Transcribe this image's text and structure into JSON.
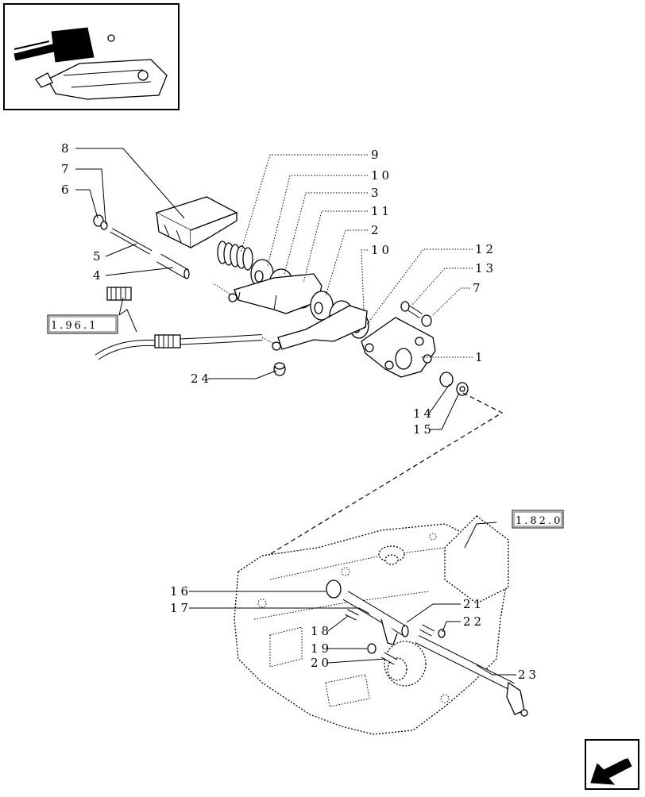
{
  "part_labels": [
    "1",
    "2",
    "3",
    "4",
    "5",
    "6",
    "7",
    "8",
    "9",
    "10",
    "11",
    "12",
    "13",
    "14",
    "15",
    "16",
    "17",
    "18",
    "19",
    "20",
    "21",
    "22",
    "23",
    "24"
  ],
  "labels_left": {
    "l8": "8",
    "l7": "7",
    "l6": "6",
    "l5": "5",
    "l4": "4",
    "l24": "24",
    "l16": "16",
    "l17": "17",
    "l18": "18",
    "l19": "19",
    "l20": "20"
  },
  "labels_right": {
    "l9": "9",
    "l10a": "10",
    "l3": "3",
    "l11": "11",
    "l2": "2",
    "l10b": "10",
    "l12": "12",
    "l13": "13",
    "l7b": "7",
    "l1": "1",
    "l14": "14",
    "l15": "15",
    "l21": "21",
    "l22": "22",
    "l23": "23"
  },
  "refs": {
    "ref1": "1.96.1",
    "ref2": "1.82.0"
  },
  "icons": {
    "thumbnail": "lift-assembly-thumbnail-icon",
    "nav": "next-page-arrow-icon"
  }
}
